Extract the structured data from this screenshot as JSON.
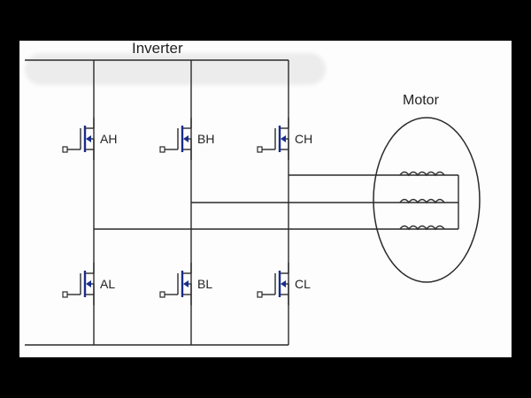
{
  "diagram": {
    "inverter_label": "Inverter",
    "motor_label": "Motor",
    "switches": [
      {
        "id": "ah",
        "label": "AH"
      },
      {
        "id": "bh",
        "label": "BH"
      },
      {
        "id": "ch",
        "label": "CH"
      },
      {
        "id": "al",
        "label": "AL"
      },
      {
        "id": "bl",
        "label": "BL"
      },
      {
        "id": "cl",
        "label": "CL"
      }
    ],
    "colors": {
      "background": "#000000",
      "panel": "#fdfdfd",
      "wire": "#2a2a2a",
      "mosfet_channel": "#1a2c8c"
    },
    "icons": {
      "switch": "mosfet-icon",
      "winding": "inductor-coil-icon"
    }
  }
}
